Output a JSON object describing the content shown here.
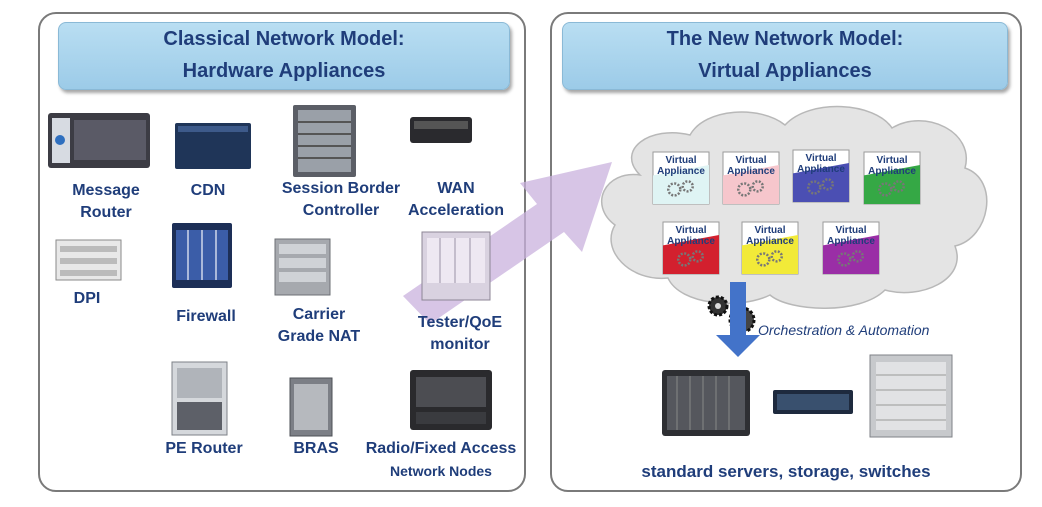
{
  "left_panel": {
    "title_line1": "Classical Network Model:",
    "title_line2": "Hardware Appliances",
    "devices": [
      {
        "line1": "Message",
        "line2": "Router"
      },
      {
        "line1": "CDN",
        "line2": ""
      },
      {
        "line1": "Session Border",
        "line2": "Controller"
      },
      {
        "line1": "WAN",
        "line2": "Acceleration"
      },
      {
        "line1": "DPI",
        "line2": ""
      },
      {
        "line1": "Firewall",
        "line2": ""
      },
      {
        "line1": "Carrier",
        "line2": "Grade NAT"
      },
      {
        "line1": "Tester/QoE",
        "line2": "monitor"
      },
      {
        "line1": "PE Router",
        "line2": ""
      },
      {
        "line1": "BRAS",
        "line2": ""
      },
      {
        "line1": "Radio/Fixed Access",
        "line2": "Network Nodes"
      }
    ]
  },
  "right_panel": {
    "title_line1": "The New Network Model:",
    "title_line2": "Virtual Appliances",
    "virtual_appliance": {
      "line1": "Virtual",
      "line2": "Appliance"
    },
    "appliance_colors": [
      "#dff4f4",
      "#f6c6cc",
      "#4b4fb3",
      "#35a845",
      "#d3202e",
      "#f2ea38",
      "#9a2ea6"
    ],
    "orchestration_label": "Orchestration & Automation",
    "footer_label": "standard servers, storage, switches"
  },
  "colors": {
    "title_text": "#1f3d7a",
    "title_box": "#a9d4ee",
    "arrow": "#c2a8d8",
    "cloud": "#e6e6e6",
    "down_arrow": "#3f6fc4"
  }
}
